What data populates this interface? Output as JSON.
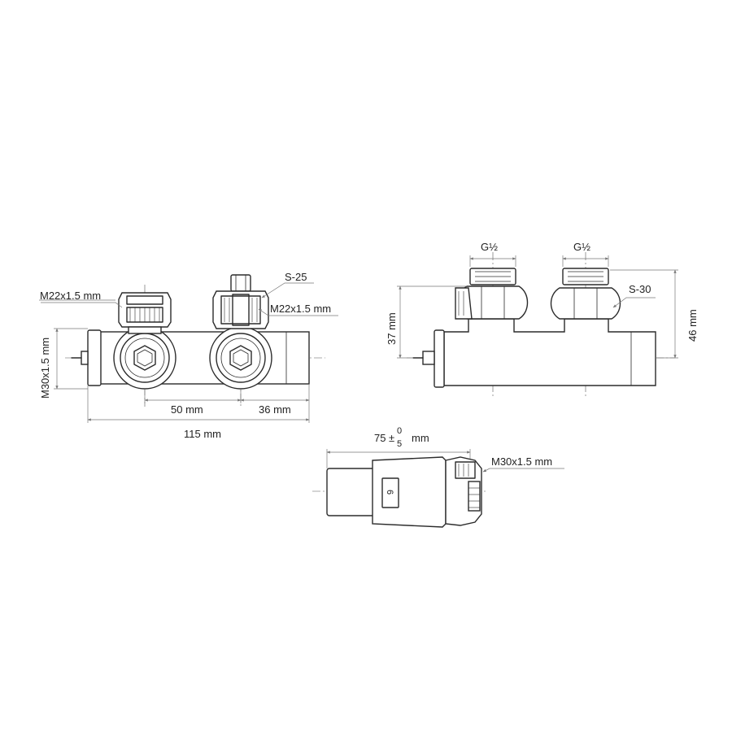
{
  "front_view": {
    "labels": {
      "m22_left": "M22x1.5 mm",
      "s25": "S-25",
      "m22_right": "M22x1.5 mm",
      "m30_vertical": "M30x1.5 mm",
      "dim_50": "50 mm",
      "dim_36": "36 mm",
      "dim_115": "115 mm"
    }
  },
  "side_view": {
    "labels": {
      "g_left": "G½",
      "g_right": "G½",
      "s30": "S-30",
      "dim_37": "37 mm",
      "dim_46": "46 mm"
    }
  },
  "head_view": {
    "labels": {
      "dim_75_base": "75",
      "dim_75_pm": "±",
      "dim_75_upper": "0",
      "dim_75_lower": "5",
      "dim_75_unit": "mm",
      "m30": "M30x1.5 mm",
      "scale_mark": "6"
    }
  },
  "colors": {
    "line": "#2b2b2b",
    "dimension": "#777777",
    "background": "#ffffff"
  }
}
